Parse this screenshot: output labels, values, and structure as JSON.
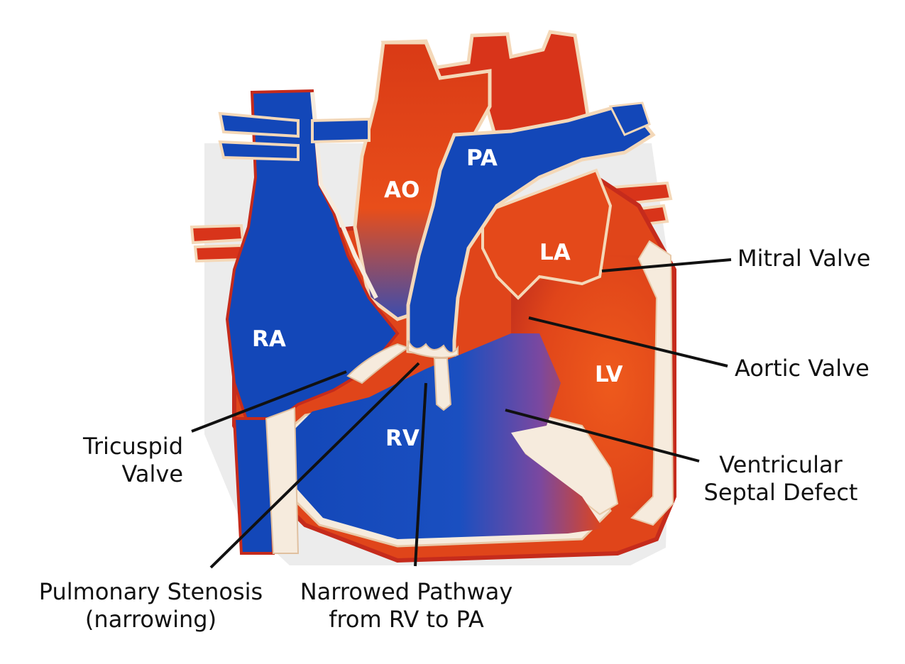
{
  "chamber_labels": {
    "ao": "AO",
    "pa": "PA",
    "la": "LA",
    "ra": "RA",
    "rv": "RV",
    "lv": "LV"
  },
  "callouts": {
    "mitral_valve": "Mitral Valve",
    "aortic_valve": "Aortic Valve",
    "vsd_line1": "Ventricular",
    "vsd_line2": "Septal Defect",
    "tricuspid_line1": "Tricuspid",
    "tricuspid_line2": "Valve",
    "stenosis_line1": "Pulmonary Stenosis",
    "stenosis_line2": "(narrowing)",
    "pathway_line1": "Narrowed Pathway",
    "pathway_line2": "from RV to PA"
  },
  "colors": {
    "oxygenated": "#e0451a",
    "deoxygenated": "#1347b8",
    "tissue": "#f6ebdd",
    "leader_line": "#111111"
  }
}
